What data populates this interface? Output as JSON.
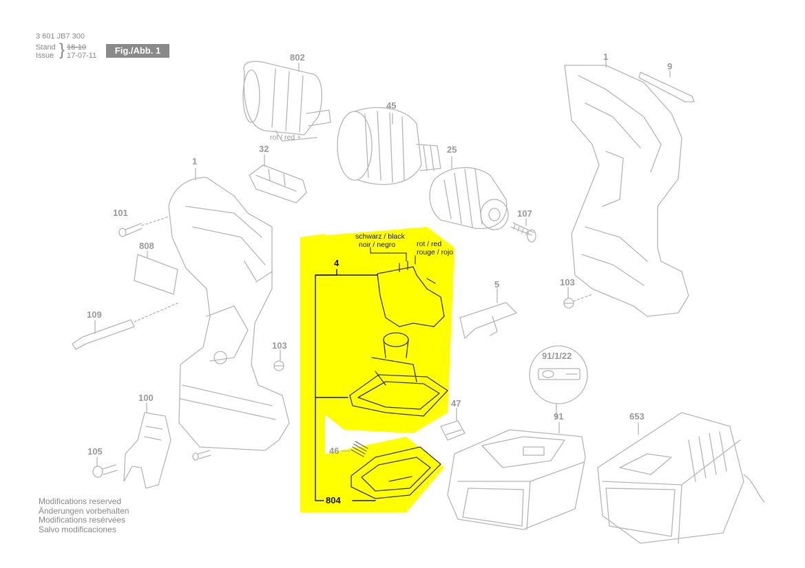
{
  "header": {
    "doc_number": "3 601 JB7 300",
    "stand_label": "Stand",
    "issue_label": "Issue",
    "old_date": "18-10",
    "new_date": "17-07-11",
    "figure_label": "Fig./Abb. 1"
  },
  "footer": {
    "lines": [
      "Modifications reserved",
      "Änderungen vorbehalten",
      "Modifications resérvées",
      "Salvo modificaciones"
    ]
  },
  "parts": {
    "p802": "802",
    "p45": "45",
    "p1_left": "1",
    "p1_right": "1",
    "p9": "9",
    "p32": "32",
    "p25": "25",
    "p101": "101",
    "p107": "107",
    "p808": "808",
    "p4": "4",
    "p5": "5",
    "p103_right": "103",
    "p109": "109",
    "p103_left": "103",
    "p91_1_22": "91/1/22",
    "p100": "100",
    "p47": "47",
    "p91": "91",
    "p653": "653",
    "p105": "105",
    "p46": "46",
    "p804": "804"
  },
  "notes": {
    "motor_wire": "rot / red +",
    "black_wire": [
      "schwarz / black",
      "noir / negro"
    ],
    "red_wire": [
      "rot / red",
      "rouge / rojo"
    ]
  },
  "colors": {
    "highlight": "#ffff00",
    "line": "#b5b5b5",
    "figure_badge": "#8a8a8a"
  }
}
